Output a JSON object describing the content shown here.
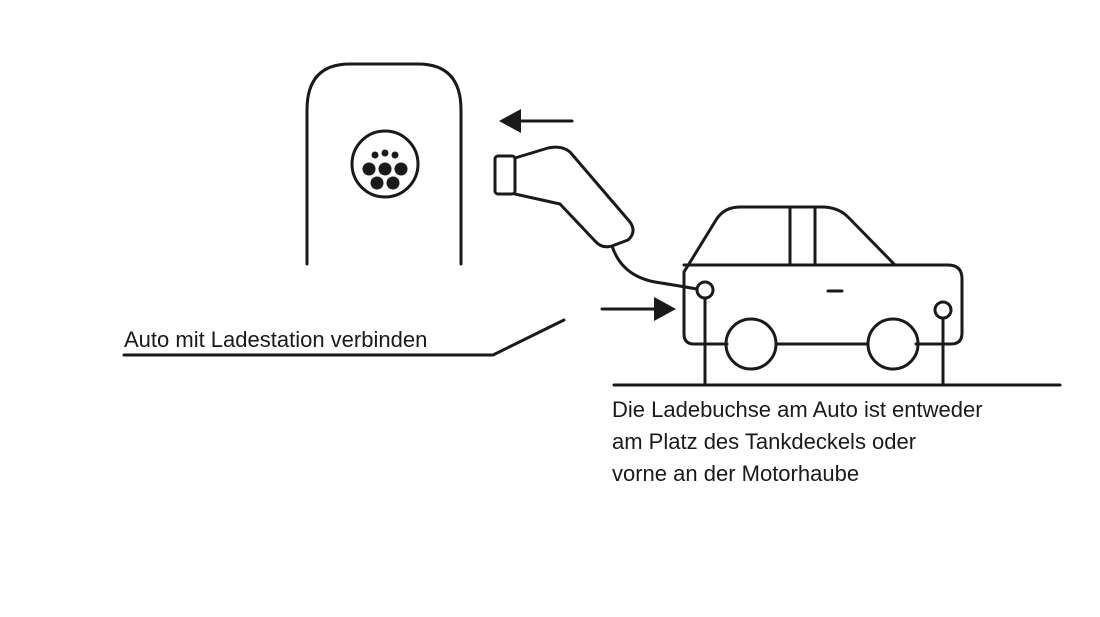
{
  "labels": {
    "connect": "Auto mit Ladestation verbinden",
    "socket_note": [
      "Die Ladebuchse am Auto ist entweder",
      "am Platz des Tankdeckels oder",
      "vorne an der Motorhaube"
    ]
  },
  "colors": {
    "stroke": "#1a1a1a",
    "background": "#ffffff"
  },
  "icons": [
    "charging-station",
    "charging-plug",
    "car",
    "arrow-left",
    "arrow-right"
  ]
}
